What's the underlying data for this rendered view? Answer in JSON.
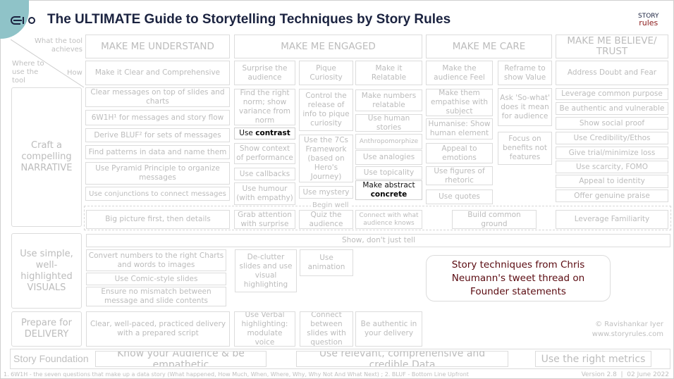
{
  "header": {
    "title": "The ULTIMATE Guide to Storytelling Techniques by Story Rules",
    "brand_top": "STORY",
    "brand_bottom": "rules",
    "accent": "#8fc3c8",
    "title_color": "#1b2340"
  },
  "axes": {
    "what": "What the tool achieves",
    "where": "Where to use the tool",
    "how": "How"
  },
  "columns": [
    "MAKE ME UNDERSTAND",
    "MAKE ME ENGAGED",
    "MAKE ME CARE",
    "MAKE ME BELIEVE/ TRUST"
  ],
  "how": [
    "Make it Clear and Comprehensive",
    "Surprise the audience",
    "Pique Curiosity",
    "Make it Relatable",
    "Make the audience Feel",
    "Reframe to show Value",
    "Address Doubt and Fear"
  ],
  "rows": {
    "narrative": "Craft a compelling NARRATIVE",
    "visuals": "Use simple, well-highlighted VISUALS",
    "delivery": "Prepare for DELIVERY",
    "foundation": "Story Foundation"
  },
  "understand": [
    "Clear messages on top of slides and charts",
    "6W1H¹ for messages and story flow",
    "Derive BLUF² for sets of messages",
    "Find patterns in data and name them",
    "Use Pyramid Principle to organize messages",
    "Use conjunctions to connect messages"
  ],
  "surprise": [
    "Find the right norm; show variance from norm",
    "Show context of performance",
    "Use callbacks",
    "Use humour (with empathy)"
  ],
  "contrast": {
    "pre": "Use ",
    "bold": "contrast"
  },
  "curiosity": [
    "Control the release of info to pique curiosity",
    "Use the 7Cs Framework (based on Hero's Journey)",
    "Use mystery"
  ],
  "relatable": [
    "Make numbers relatable",
    "Use human stories",
    "Anthropomorphize",
    "Use analogies",
    "Use topicality"
  ],
  "abstract": {
    "pre": "Make abstract",
    "bold": "concrete"
  },
  "feel": [
    "Make them empathise with subject",
    "Humanise: Show human element",
    "Appeal to emotions",
    "Use figures of rhetoric",
    "Use quotes"
  ],
  "value": [
    "Ask 'So-what' does it mean for audience",
    "Focus on benefits not features"
  ],
  "trust": [
    "Leverage common purpose",
    "Be authentic and vulnerable",
    "Show social proof",
    "Use Credibility/Ethos",
    "Give trial/minimize loss",
    "Use scarcity, FOMO",
    "Appeal to identity",
    "Offer genuine praise"
  ],
  "begin": {
    "label": "Begin well",
    "items": [
      "Big picture first, then details",
      "Grab attention with surprise",
      "Quiz the audience",
      "Connect with what audience knows",
      "Build common ground",
      "Leverage Familiarity"
    ]
  },
  "visuals": {
    "bar": "Show, don't just tell",
    "items": [
      "Convert numbers to the right Charts and words to images",
      "Use Comic-style slides",
      "Ensure no mismatch between message and slide contents",
      "De-clutter slides and use visual highlighting",
      "Use animation"
    ]
  },
  "callout": "Story techniques from Chris Neumann's tweet thread on Founder statements",
  "delivery": [
    "Clear, well-paced, practiced delivery with a prepared script",
    "Use Verbal highlighting: modulate voice",
    "Connect between slides with question",
    "Be authentic in your delivery"
  ],
  "credit": [
    "© Ravishankar Iyer",
    "www.storyrules.com"
  ],
  "foundation": [
    "Know your Audience & be empathetic",
    "Use relevant, comprehensive and credible Data",
    "Use the right metrics"
  ],
  "footnote": "1. 6W1H - the seven questions that make up a data story (What happened, How Much, When, Where, Why, Why Not And What Next) ; 2. BLUF - Bottom Line Upfront",
  "version": "Version 2.8  |  02 June 2022"
}
